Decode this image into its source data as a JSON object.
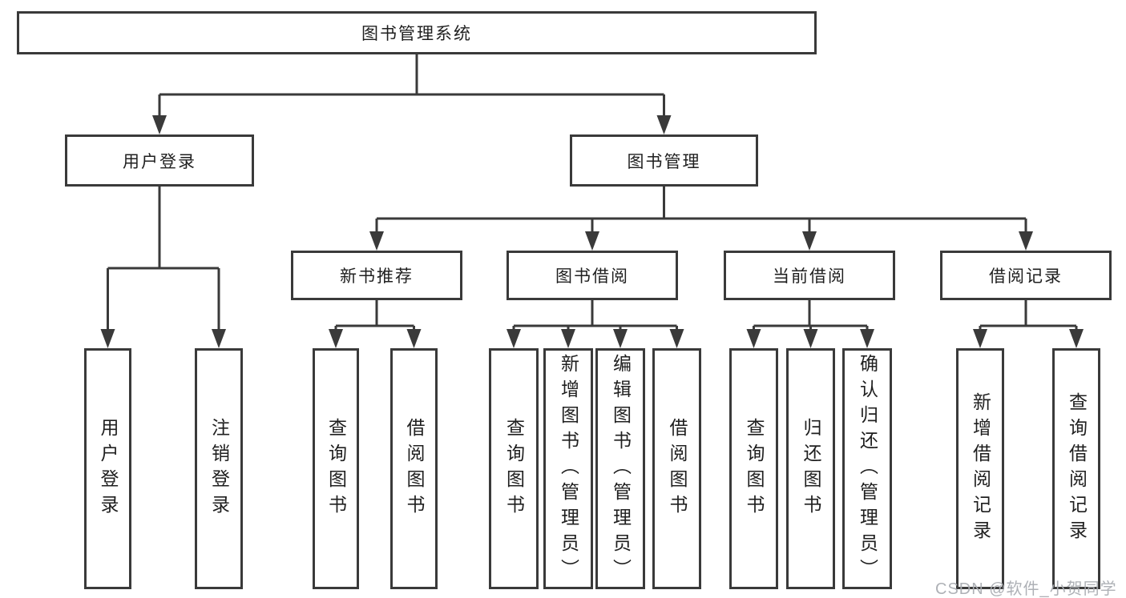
{
  "diagram": {
    "watermark": "CSDN @软件_小贺同学",
    "colors": {
      "border": "#3a3a3a",
      "line": "#3a3a3a",
      "text": "#1f1f1f",
      "background": "#ffffff",
      "watermark": "#aaadb2"
    },
    "tree": {
      "label": "图书管理系统",
      "children": [
        {
          "label": "用户登录",
          "children": [
            {
              "label": "用户登录"
            },
            {
              "label": "注销登录"
            }
          ]
        },
        {
          "label": "图书管理",
          "children": [
            {
              "label": "新书推荐",
              "children": [
                {
                  "label": "查询图书"
                },
                {
                  "label": "借阅图书"
                }
              ]
            },
            {
              "label": "图书借阅",
              "children": [
                {
                  "label": "查询图书"
                },
                {
                  "label": "新增图书（管理员）"
                },
                {
                  "label": "编辑图书（管理员）"
                },
                {
                  "label": "借阅图书"
                }
              ]
            },
            {
              "label": "当前借阅",
              "children": [
                {
                  "label": "查询图书"
                },
                {
                  "label": "归还图书"
                },
                {
                  "label": "确认归还（管理员）"
                }
              ]
            },
            {
              "label": "借阅记录",
              "children": [
                {
                  "label": "新增借阅记录"
                },
                {
                  "label": "查询借阅记录"
                }
              ]
            }
          ]
        }
      ]
    }
  }
}
